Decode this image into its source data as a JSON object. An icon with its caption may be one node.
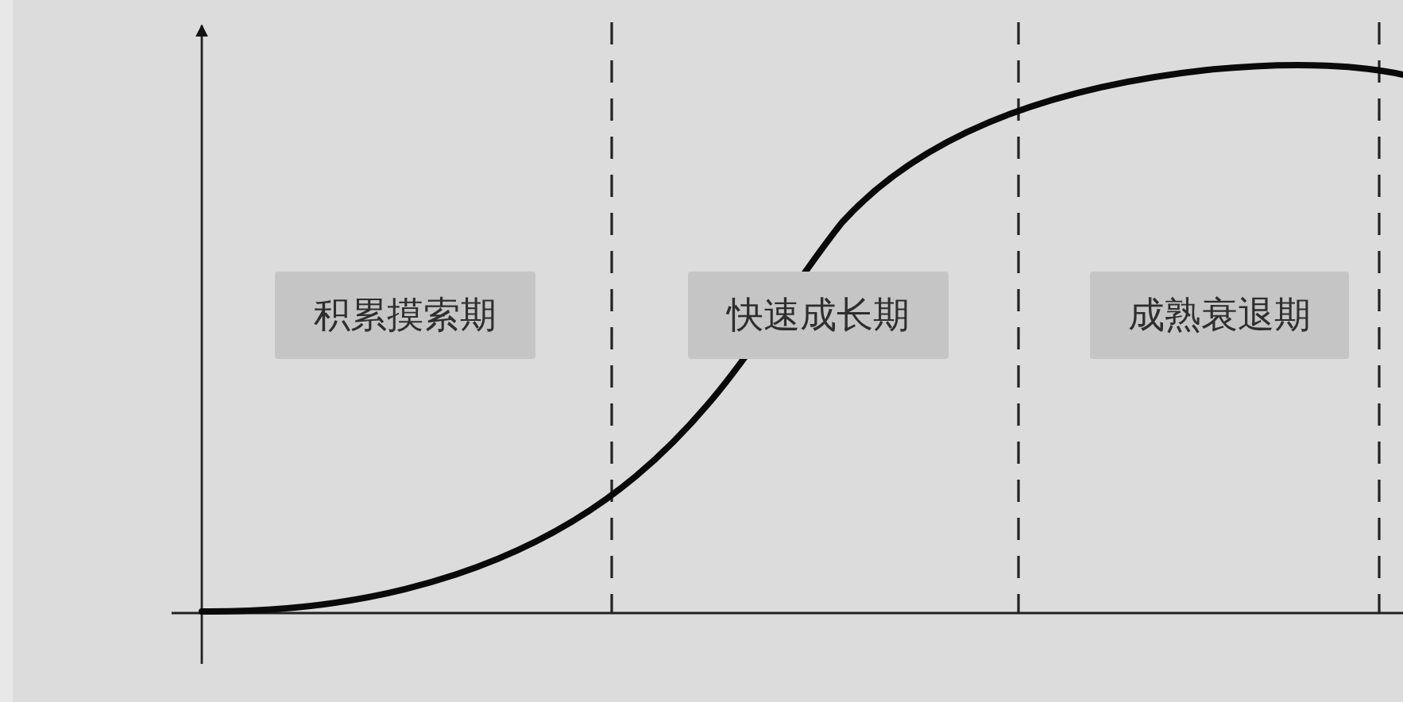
{
  "diagram": {
    "nodes": [
      {
        "text": [
          "积累摸索期"
        ]
      },
      {
        "text": [
          "快速成长期"
        ]
      },
      {
        "text": [
          "成熟衰退期"
        ]
      }
    ]
  }
}
